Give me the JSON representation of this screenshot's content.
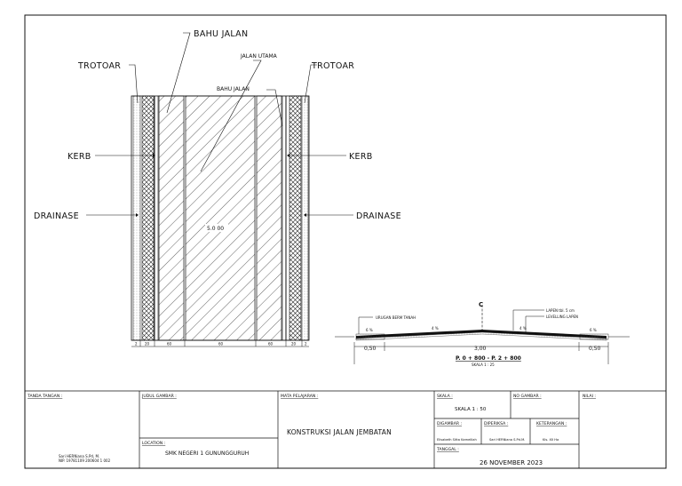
{
  "plan": {
    "labels": {
      "bahu_jalan_top": "BAHU JALAN",
      "jalan_utama": "JALAN UTAMA",
      "bahu_jalan_mid": "BAHU JALAN",
      "trotoar_left": "TROTOAR",
      "trotoar_right": "TROTOAR",
      "kerb_left": "KERB",
      "kerb_right": "KERB",
      "drainase_left": "DRAINASE",
      "drainase_right": "DRAINASE",
      "center_note": "5.0 00"
    },
    "bottom_dims": [
      "2",
      "20",
      "60",
      "60",
      "60",
      "20",
      "2"
    ]
  },
  "section": {
    "center_mark": "C",
    "urugan": "URUGAN BERM TANAH",
    "lapen": "LAPEN tbl. 5 cm",
    "levelling": "LEVELLING LAPEN",
    "slope_left": "4 %",
    "slope_right": "4 %",
    "slope_outer_left": "6 %",
    "slope_outer_right": "6 %",
    "dim_left": "0,50",
    "dim_center": "3,00",
    "dim_right": "0,50",
    "station": "P. 0 + 800 - P. 2 + 800",
    "scale": "SKALA 1 : 25"
  },
  "title_block": {
    "tanda_tangan": "TANDA TANGAN :",
    "signer_name": "Sari HERNiana S.Pd, M.",
    "signer_nip": "NIP. 19781109 200604 1 002",
    "judul_gambar": "JUDUL GAMBAR :",
    "location_label": "LOCATION :",
    "location_value": "SMK NEGERI 1 GUNUNGGURUH",
    "mata_pelajaran": "MATA PELAJARAN :",
    "project_title": "KONSTRUKSI JALAN JEMBATAN",
    "skala_label": "SKALA :",
    "skala_value": "SKALA 1 : 50",
    "no_gambar": "NO GAMBAR :",
    "nilai": "NILAI :",
    "digambar": "DIGAMBAR :",
    "digambar_value": "Elisabeth Sitta Kamelilah",
    "diperiksa": "DIPERIKSA :",
    "diperiksa_value": "Sari HERNiana S.Pd.M.",
    "keterangan": "KETERANGAN :",
    "keterangan_value": "Kls. XII Ha",
    "tanggal": "TANGGAL :",
    "date": "26 NOVEMBER 2023"
  }
}
